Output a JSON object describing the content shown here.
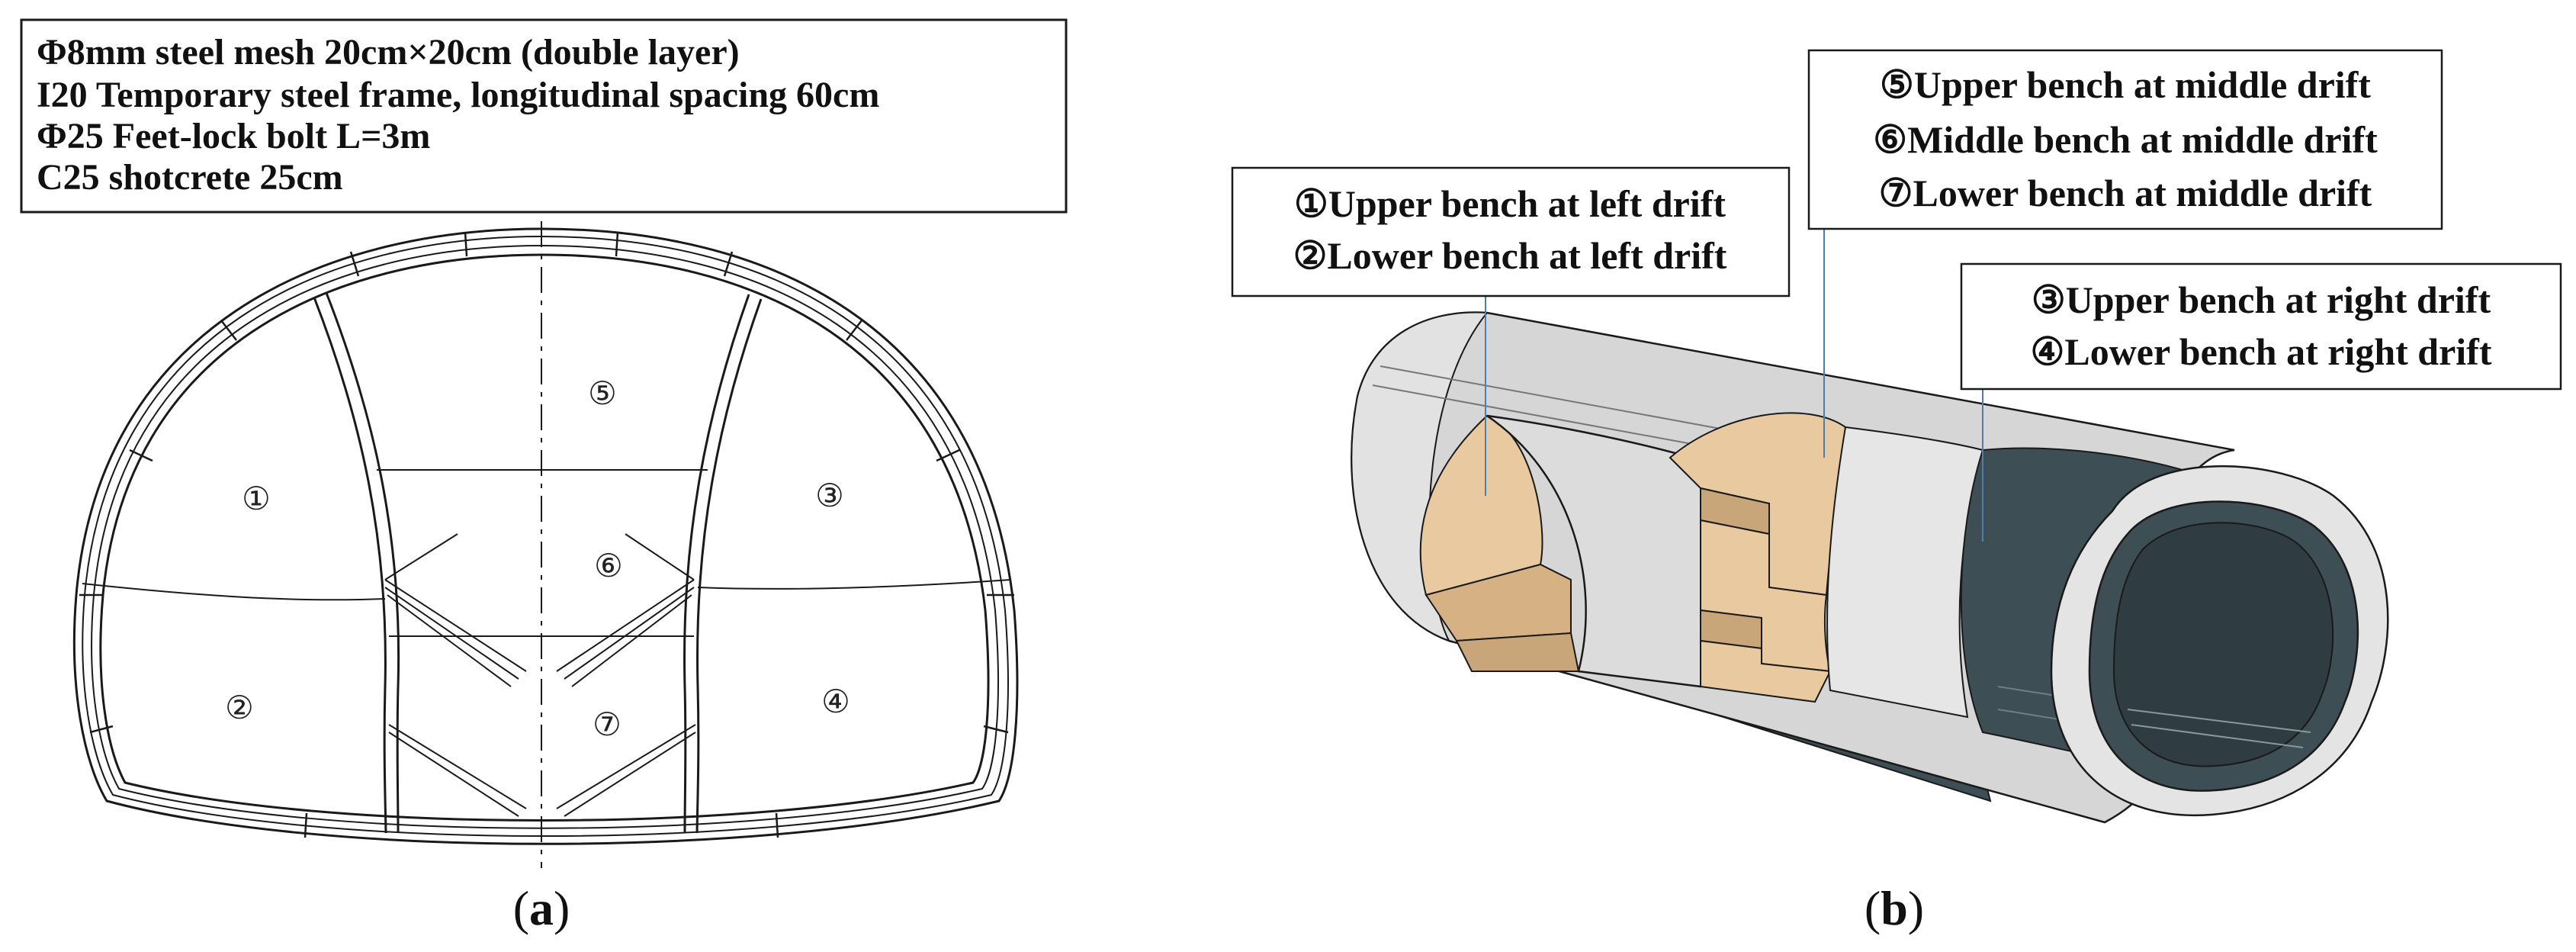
{
  "panel_a": {
    "spec_lines": [
      "Φ8mm steel mesh 20cm×20cm (double layer)",
      "I20 Temporary steel frame, longitudinal spacing 60cm",
      "Φ25 Feet-lock bolt L=3m",
      "C25 shotcrete 25cm"
    ],
    "region_labels": [
      "①",
      "②",
      "③",
      "④",
      "⑤",
      "⑥",
      "⑦"
    ],
    "caption_open": "(",
    "caption_letter": "a",
    "caption_close": ")"
  },
  "panel_b": {
    "left_drift_labels": [
      "①Upper bench at left drift",
      "②Lower bench at left drift"
    ],
    "middle_drift_labels": [
      "⑤Upper bench at middle drift",
      "⑥Middle bench at middle drift",
      "⑦Lower bench at middle drift"
    ],
    "right_drift_labels": [
      "③Upper bench at right drift",
      "④Lower bench at right drift"
    ],
    "caption_open": "(",
    "caption_letter": "b",
    "caption_close": ")"
  },
  "colors": {
    "line": "#1a1a1a",
    "lining_light": "#dcdcdc",
    "lining_mid": "#c4c4c4",
    "lining_dark": "#3e4e55",
    "rock_tan": "#e8c9a0",
    "rock_tan_dark": "#c9a67a"
  }
}
